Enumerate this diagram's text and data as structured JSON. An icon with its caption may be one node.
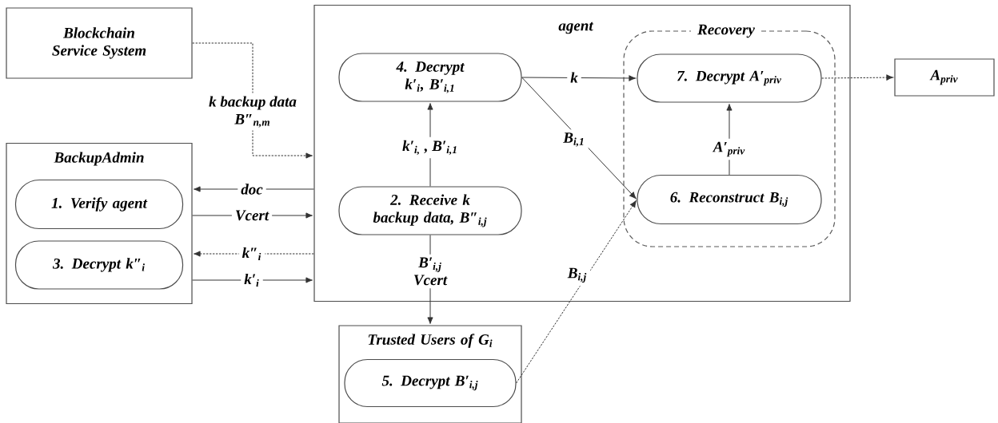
{
  "diagram": {
    "nodes": [
      {
        "text": [
          "Blockchain Service System"
        ]
      },
      {
        "text": [
          "BackupAdmin"
        ]
      },
      {
        "text": [
          "1. Verify agent"
        ],
        "in": 1
      },
      {
        "text": [
          "3. Decrypt k″$_{i}$"
        ],
        "in": 1
      },
      {
        "text": [
          "agent"
        ]
      },
      {
        "text": [
          "4. Decrypt k′$_{i}$, B′$_{i,1}$"
        ],
        "in": 4
      },
      {
        "text": [
          "2. Receive k backup data, B″$_{i,j}$"
        ],
        "in": 4
      },
      {
        "text": [
          "Recovery"
        ],
        "in": 4
      },
      {
        "text": [
          "7. Decrypt A′$_{priv}$"
        ],
        "in": 7
      },
      {
        "text": [
          "6. Reconstruct B$_{i,j}$"
        ],
        "in": 7
      },
      {
        "text": [
          "Trusted Users of G$_{i}$"
        ]
      },
      {
        "text": [
          "5. Decrypt B′$_{i,j}$"
        ],
        "in": 10
      },
      {
        "text": [
          "A$_{priv}$"
        ]
      }
    ],
    "edges": [
      {
        "from": 0,
        "to": 4,
        "arrow": "to",
        "label": "k backup data B″$_{n,m}$",
        "style": "dashed"
      },
      {
        "from": 4,
        "to": 1,
        "arrow": "to",
        "label": "doc"
      },
      {
        "from": 1,
        "to": 4,
        "arrow": "to",
        "label": "Vcert"
      },
      {
        "from": 4,
        "to": 1,
        "arrow": "to",
        "label": "k″$_{i}$",
        "style": "dashed"
      },
      {
        "from": 1,
        "to": 4,
        "arrow": "to",
        "label": "k′$_{i}$"
      },
      {
        "from": 6,
        "to": 5,
        "arrow": "to",
        "label": "k′$_{i,}$ , B′$_{i,1}$"
      },
      {
        "from": 6,
        "to": 10,
        "arrow": "to",
        "label": "B′$_{i,j}$ Vcert"
      },
      {
        "from": 5,
        "to": 8,
        "arrow": "to",
        "label": "k"
      },
      {
        "from": 5,
        "to": 9,
        "arrow": "to",
        "label": "B$_{i,1}$"
      },
      {
        "from": 11,
        "to": 9,
        "arrow": "to",
        "label": "B$_{i,j}$",
        "style": "dashed"
      },
      {
        "from": 9,
        "to": 8,
        "arrow": "to",
        "label": "A′$_{priv}$"
      },
      {
        "from": 8,
        "to": 12,
        "arrow": "to",
        "style": "dashed"
      }
    ]
  }
}
